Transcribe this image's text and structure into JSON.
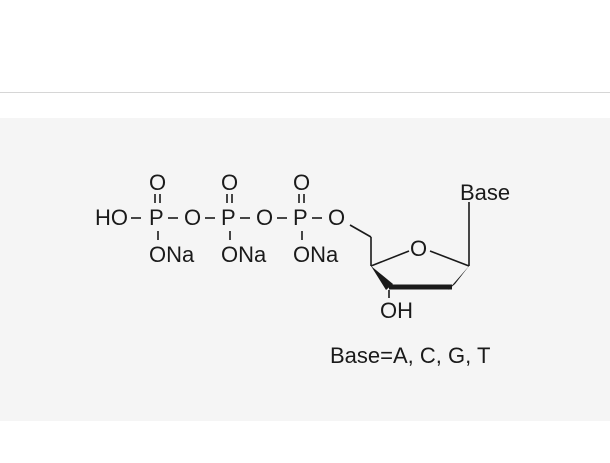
{
  "figure": {
    "title": "Sodium deoxynucleoside triphosphate structure",
    "atoms": {
      "ho": "HO",
      "p1": "P",
      "p2": "P",
      "p3": "P",
      "o_bridge1": "O",
      "o_bridge2": "O",
      "o_ester": "O",
      "o_double1": "O",
      "o_double2": "O",
      "o_double3": "O",
      "ona1": "ONa",
      "ona2": "ONa",
      "ona3": "ONa",
      "ring_o": "O",
      "base": "Base",
      "oh": "OH"
    },
    "caption": "Base=A, C, G, T"
  }
}
